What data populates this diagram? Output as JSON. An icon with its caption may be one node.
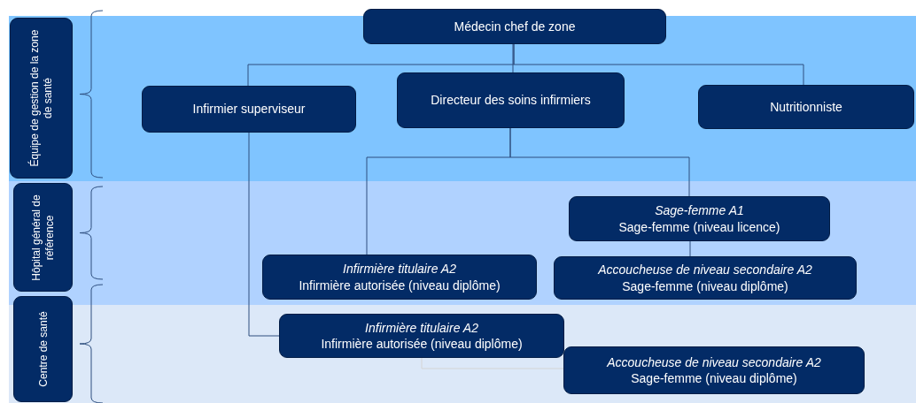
{
  "diagram": {
    "nodes": [
      {
        "text": [
          "Équipe de gestion de la zone de santé"
        ]
      },
      {
        "text": [
          "Hôpital général de référence"
        ]
      },
      {
        "text": [
          "Centre de santé"
        ]
      },
      {
        "text": [
          "Médecin chef de zone"
        ]
      },
      {
        "text": [
          "Infirmier superviseur"
        ]
      },
      {
        "text": [
          "Directeur des soins infirmiers"
        ]
      },
      {
        "text": [
          "Nutritionniste"
        ]
      },
      {
        "text": [
          "Sage-femme A1",
          "Sage-femme (niveau licence)"
        ]
      },
      {
        "text": [
          "Infirmière titulaire A2",
          "Infirmière autorisée (niveau diplôme)"
        ]
      },
      {
        "text": [
          "Accoucheuse de niveau secondaire A2",
          "Sage-femme (niveau diplôme)"
        ]
      },
      {
        "text": [
          "Infirmière titulaire A2",
          "Infirmière autorisée (niveau diplôme)"
        ]
      },
      {
        "text": [
          "Accoucheuse de niveau secondaire A2",
          "Sage-femme (niveau diplôme)"
        ]
      }
    ],
    "edges": [
      {
        "from": 3,
        "to": 4,
        "arrow": "none"
      },
      {
        "from": 3,
        "to": 5,
        "arrow": "none"
      },
      {
        "from": 3,
        "to": 6,
        "arrow": "none"
      },
      {
        "from": 5,
        "to": 8,
        "arrow": "none"
      },
      {
        "from": 5,
        "to": 7,
        "arrow": "none"
      },
      {
        "from": 7,
        "to": 9,
        "arrow": "none"
      },
      {
        "from": 4,
        "to": 10,
        "arrow": "none"
      },
      {
        "from": 10,
        "to": 11,
        "arrow": "none",
        "color": "#d4d4d4"
      }
    ]
  }
}
